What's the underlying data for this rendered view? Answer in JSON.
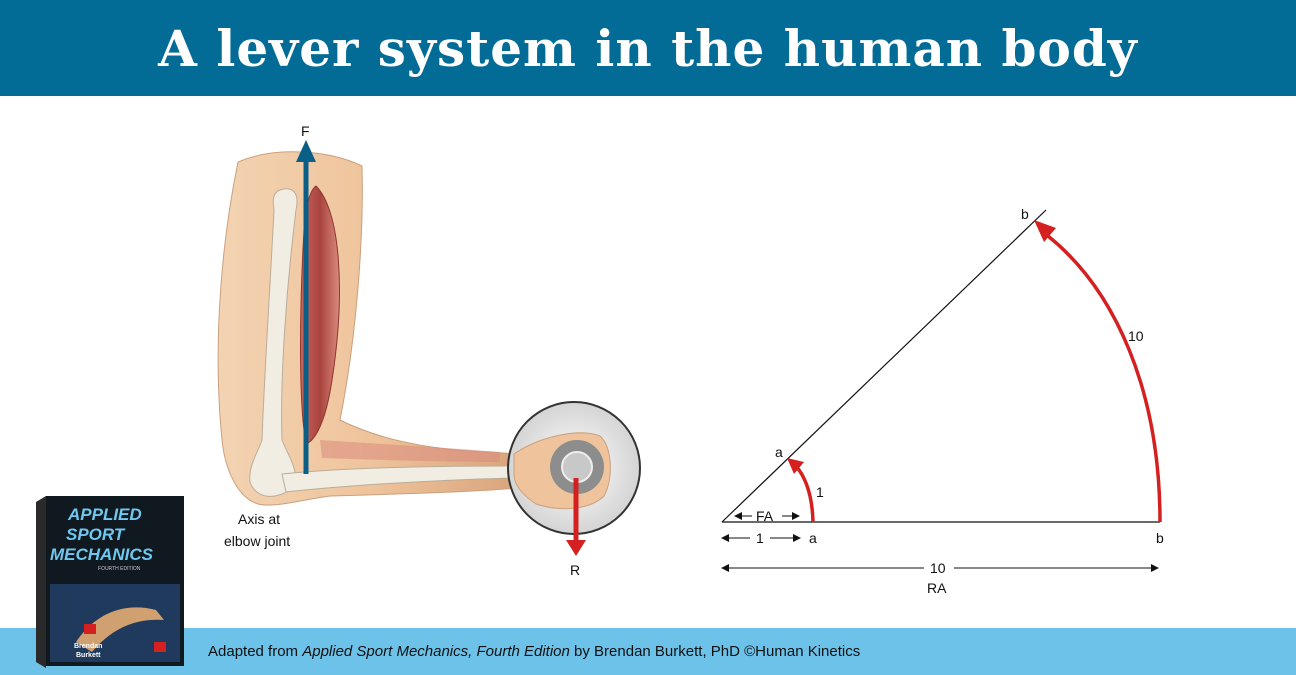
{
  "header": {
    "title": "A lever system in the human body"
  },
  "arm_figure": {
    "force_label": "F",
    "resistance_label": "R",
    "axis_label_line1": "Axis at",
    "axis_label_line2": "elbow joint"
  },
  "lever_diagram": {
    "point_a_upper": "a",
    "point_b_upper": "b",
    "small_arc_value": "1",
    "large_arc_value": "10",
    "fa_label": "FA",
    "one_label": "1",
    "point_a_lower": "a",
    "point_b_lower": "b",
    "ten_label": "10",
    "ra_label": "RA"
  },
  "book": {
    "title_line1": "APPLIED",
    "title_line2": "SPORT",
    "title_line3": "MECHANICS",
    "edition": "FOURTH EDITION",
    "author_line1": "Brendan",
    "author_line2": "Burkett"
  },
  "footer": {
    "prefix": "Adapted from ",
    "book_title": "Applied Sport Mechanics, Fourth Edition",
    "suffix": " by Brendan Burkett, PhD ©Human Kinetics"
  },
  "colors": {
    "header_bg": "#036c96",
    "footer_bg": "#6cc2e9",
    "force_arrow": "#0a5f86",
    "resistance_arrow": "#d42020",
    "muscle": "#b5524a",
    "skin": "#eec6a0"
  }
}
